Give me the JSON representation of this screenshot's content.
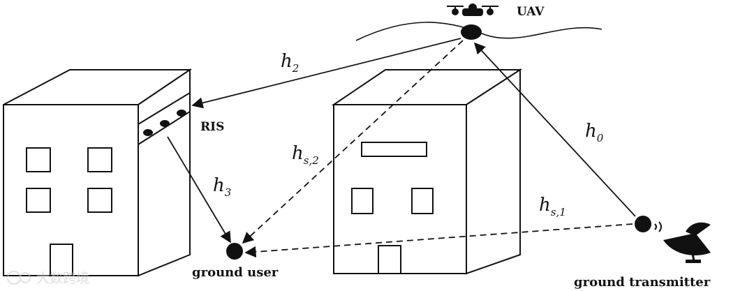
{
  "labels": {
    "uav": "UAV",
    "ris": "RIS",
    "ground_user": "ground user",
    "ground_transmitter": "ground transmitter"
  },
  "channels": {
    "h2": {
      "base": "h",
      "sub": "2"
    },
    "h0": {
      "base": "h",
      "sub": "0"
    },
    "h3": {
      "base": "h",
      "sub": "3"
    },
    "hs2": {
      "base": "h",
      "sub": "s,2"
    },
    "hs1": {
      "base": "h",
      "sub": "s,1"
    }
  },
  "watermark": {
    "text": "大数跨境",
    "icon": "watermark-logo-icon"
  }
}
